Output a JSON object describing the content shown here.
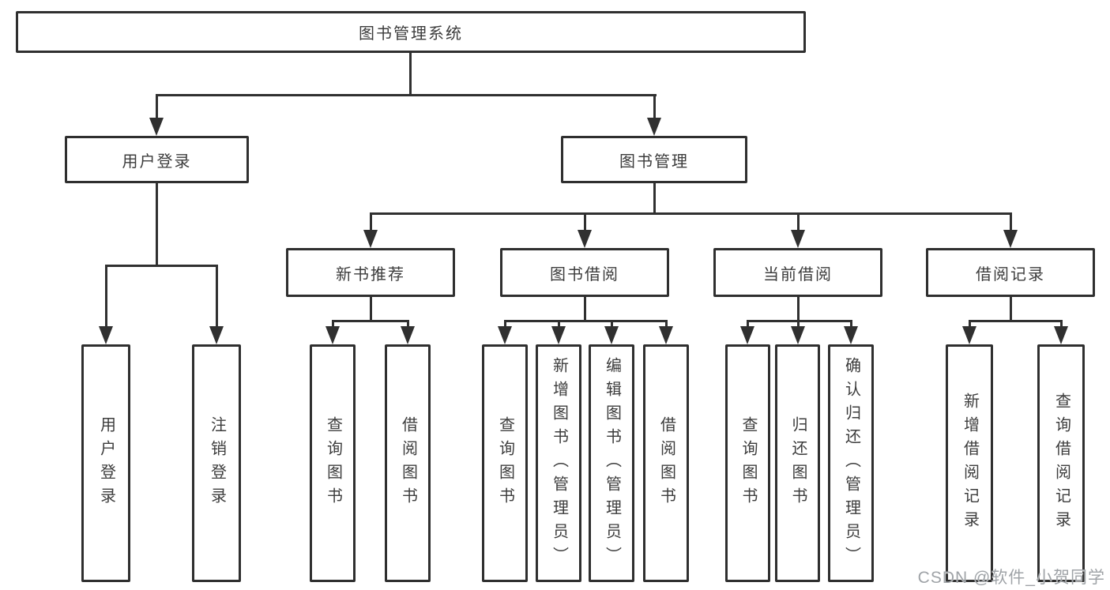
{
  "diagram": {
    "type": "hierarchy-tree",
    "root": "图书管理系统",
    "branches": [
      {
        "label": "用户登录",
        "children": [
          "用户登录",
          "注销登录"
        ]
      },
      {
        "label": "图书管理",
        "groups": [
          {
            "label": "新书推荐",
            "children": [
              "查询图书",
              "借阅图书"
            ]
          },
          {
            "label": "图书借阅",
            "children": [
              "查询图书",
              "新增图书（管理员）",
              "编辑图书（管理员）",
              "借阅图书"
            ]
          },
          {
            "label": "当前借阅",
            "children": [
              "查询图书",
              "归还图书",
              "确认归还（管理员）"
            ]
          },
          {
            "label": "借阅记录",
            "children": [
              "新增借阅记录",
              "查询借阅记录"
            ]
          }
        ]
      }
    ]
  },
  "watermark": "CSDN @软件_小贺同学",
  "colors": {
    "line": "#303030",
    "border": "#2f2f2f",
    "text": "#3c3c3c",
    "watermark": "#9fa3a7",
    "background": "#ffffff"
  }
}
